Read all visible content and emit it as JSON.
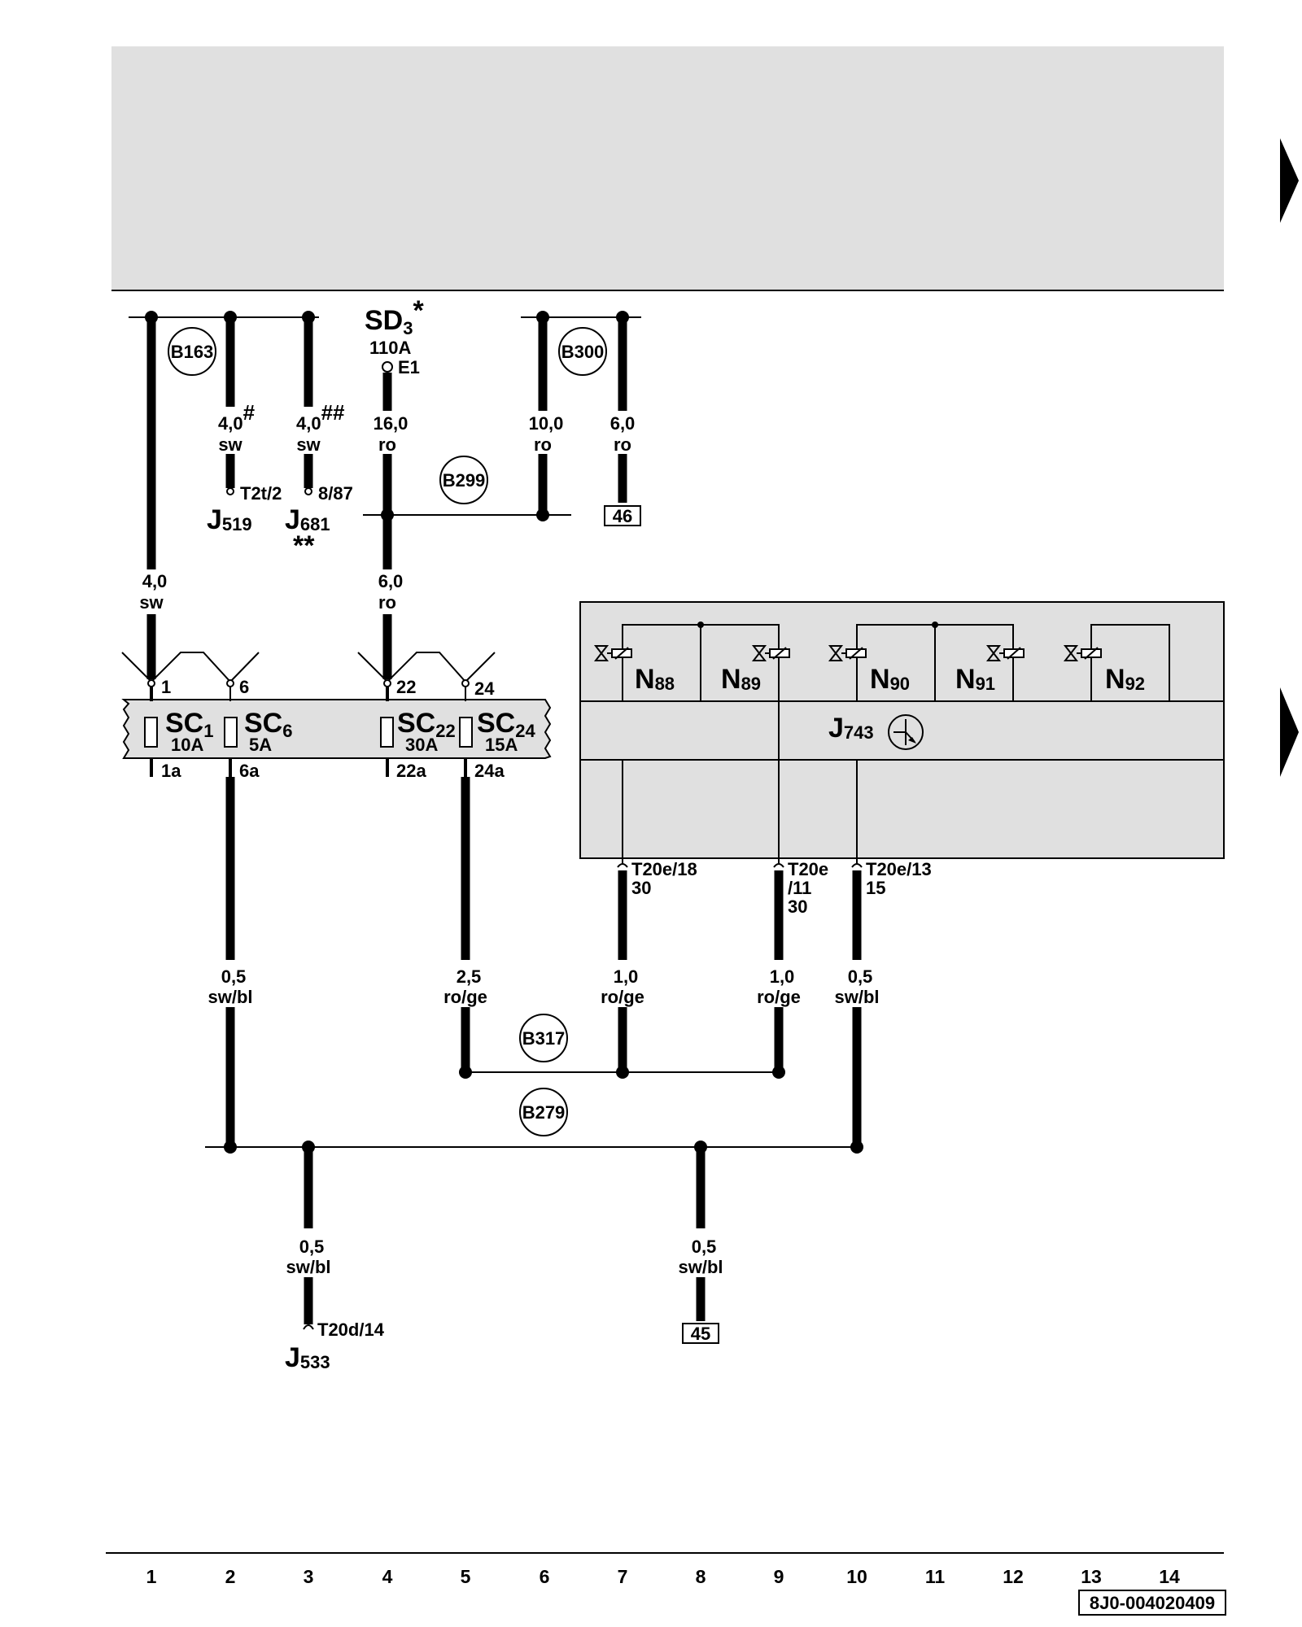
{
  "fuse_top": {
    "name": "SD",
    "sub": "3",
    "mark": "*",
    "rating": "110A",
    "pin": "E1"
  },
  "connection_points": [
    "B163",
    "B300",
    "B299",
    "B317",
    "B279"
  ],
  "wires": [
    {
      "size": "4,0",
      "color": "sw",
      "mark": "#"
    },
    {
      "size": "4,0",
      "color": "sw",
      "mark": "##"
    },
    {
      "size": "16,0",
      "color": "ro"
    },
    {
      "size": "10,0",
      "color": "ro"
    },
    {
      "size": "6,0",
      "color": "ro"
    },
    {
      "size": "4,0",
      "color": "sw"
    },
    {
      "size": "6,0",
      "color": "ro"
    },
    {
      "size": "0,5",
      "color": "sw/bl"
    },
    {
      "size": "2,5",
      "color": "ro/ge"
    },
    {
      "size": "1,0",
      "color": "ro/ge"
    },
    {
      "size": "1,0",
      "color": "ro/ge"
    },
    {
      "size": "0,5",
      "color": "sw/bl"
    },
    {
      "size": "0,5",
      "color": "sw/bl"
    },
    {
      "size": "0,5",
      "color": "sw/bl"
    }
  ],
  "connectors": {
    "t2t": "T2t/2",
    "t8": "8/87",
    "t20e_18": "T20e/18",
    "t20e_18_term": "30",
    "t20e_11a": "T20e",
    "t20e_11b": "/11",
    "t20e_11_term": "30",
    "t20e_13": "T20e/13",
    "t20e_13_term": "15",
    "t20d": "T20d/14"
  },
  "components": {
    "j519": {
      "name": "J",
      "sub": "519"
    },
    "j681": {
      "name": "J",
      "sub": "681",
      "mark": "**"
    },
    "j533": {
      "name": "J",
      "sub": "533"
    },
    "j743": {
      "name": "J",
      "sub": "743"
    }
  },
  "refs": [
    "46",
    "45"
  ],
  "fuses": [
    {
      "name": "SC",
      "sub": "1",
      "rating": "10A",
      "pin_in": "1",
      "pin_out": "1a"
    },
    {
      "name": "SC",
      "sub": "6",
      "rating": "5A",
      "pin_in": "6",
      "pin_out": "6a"
    },
    {
      "name": "SC",
      "sub": "22",
      "rating": "30A",
      "pin_in": "22",
      "pin_out": "22a"
    },
    {
      "name": "SC",
      "sub": "24",
      "rating": "15A",
      "pin_in": "24",
      "pin_out": "24a"
    }
  ],
  "valves": [
    {
      "name": "N",
      "sub": "88"
    },
    {
      "name": "N",
      "sub": "89"
    },
    {
      "name": "N",
      "sub": "90"
    },
    {
      "name": "N",
      "sub": "91"
    },
    {
      "name": "N",
      "sub": "92"
    }
  ],
  "columns": [
    "1",
    "2",
    "3",
    "4",
    "5",
    "6",
    "7",
    "8",
    "9",
    "10",
    "11",
    "12",
    "13",
    "14"
  ],
  "drawing_number": "8J0-004020409",
  "colors": {
    "shade": "#e0e0e0",
    "line": "#000000",
    "page": "#ffffff"
  }
}
